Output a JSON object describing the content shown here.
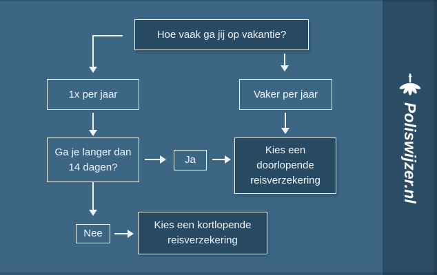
{
  "colors": {
    "background": "#3d6685",
    "dark_box": "#284a63",
    "sidebar": "#2b4c65",
    "stroke": "#eef3f6",
    "text": "#f1f5f8"
  },
  "flowchart": {
    "title_question": "Hoe vaak ga jij op vakantie?",
    "branch_once": "1x per jaar",
    "branch_often": "Vaker per jaar",
    "duration_question": "Ga je langer dan 14 dagen?",
    "label_yes": "Ja",
    "label_no": "Nee",
    "outcome_continuous": "Kies een doorlopende reisverzekering",
    "outcome_short": "Kies een kortlopende reisverzekering"
  },
  "sidebar": {
    "brand": "Poliswijzer.nl",
    "logo": "parasol-logo-icon"
  }
}
